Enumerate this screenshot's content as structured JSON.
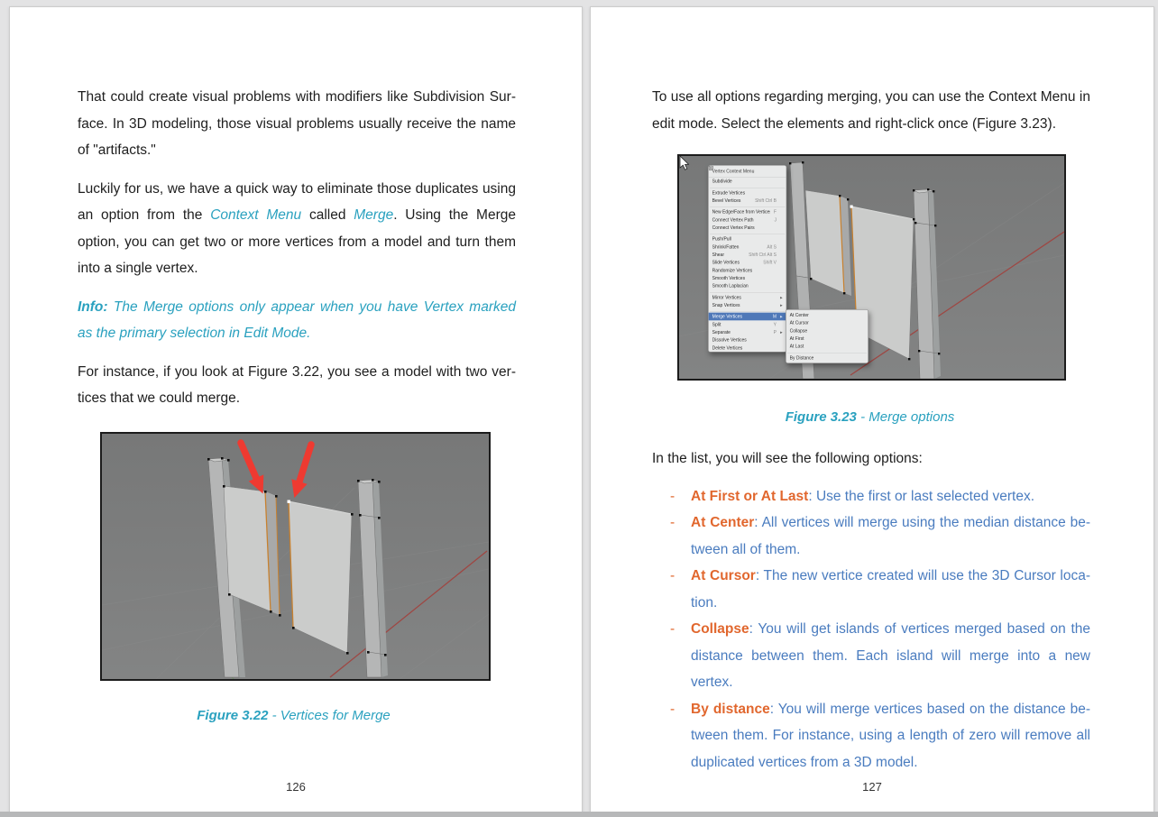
{
  "colors": {
    "accent_teal": "#2aa1bf",
    "accent_orange": "#e1672e",
    "accent_blue": "#4a7cbf",
    "menu_highlight": "#4f78b8",
    "viewport_gray": "#7d7e7e"
  },
  "left_page": {
    "para1": "That could create visual problems with modifiers like Subdivision Sur­face. In 3D modeling, those visual problems usually receive the name of \"artifacts.\"",
    "para2": {
      "p1": "Luckily for us, we have a quick way to eliminate those duplicates using an option from the ",
      "link1": "Context Menu",
      "p2": " called ",
      "link2": "Merge",
      "p3": ". Using the Merge option, you can get two or more vertices from a model and turn them into a sin­gle vertex."
    },
    "info": {
      "label": "Info:",
      "text": " The Merge options only appear when you have Vertex marked as the primary selection in Edit Mode."
    },
    "para3": "For instance, if you look at Figure 3.22, you see a model with two ver­tices that we could merge.",
    "figure": {
      "caption_label": "Figure 3.22",
      "caption_text": " - Vertices for Merge"
    },
    "page_number": "126"
  },
  "right_page": {
    "para1": "To use all options regarding merging, you can use the Context Menu in edit mode. Select the elements and right-click once (Figure 3.23).",
    "figure": {
      "caption_label": "Figure 3.23",
      "caption_text": " - Merge options"
    },
    "list_intro": "In the list, you will see the following options:",
    "bullet": "-",
    "options": [
      {
        "term": "At First or At Last",
        "desc": ": Use the first or last selected vertex."
      },
      {
        "term": "At Center",
        "desc": ": All vertices will merge using the median distance be­tween all of them."
      },
      {
        "term": "At Cursor",
        "desc": ": The new vertice created will use the 3D Cursor loca­tion."
      },
      {
        "term": "Collapse",
        "desc": ": You will get islands of vertices merged based on the distance between them. Each island will merge into a new vertex."
      },
      {
        "term": "By distance",
        "desc": ": You will merge vertices based on the distance be­tween them. For instance, using a length of zero will remove all duplicated vertices from a 3D model."
      }
    ],
    "page_number": "127"
  },
  "context_menu": {
    "title": "Vertex Context Menu",
    "items": [
      {
        "label": "Subdivide"
      },
      {
        "sep": true
      },
      {
        "label": "Extrude Vertices"
      },
      {
        "label": "Bevel Vertices",
        "shortcut": "Shift Ctrl B"
      },
      {
        "sep": true
      },
      {
        "label": "New Edge/Face from Vertices",
        "shortcut": "F"
      },
      {
        "label": "Connect Vertex Path",
        "shortcut": "J"
      },
      {
        "label": "Connect Vertex Pairs"
      },
      {
        "sep": true
      },
      {
        "label": "Push/Pull"
      },
      {
        "label": "Shrink/Fatten",
        "shortcut": "Alt S"
      },
      {
        "label": "Shear",
        "shortcut": "Shift Ctrl Alt S"
      },
      {
        "label": "Slide Vertices",
        "shortcut": "Shift V"
      },
      {
        "label": "Randomize Vertices"
      },
      {
        "label": "Smooth Vertices"
      },
      {
        "label": "Smooth Laplacian"
      },
      {
        "sep": true
      },
      {
        "label": "Mirror Vertices",
        "arrow": "▸"
      },
      {
        "label": "Snap Vertices",
        "arrow": "▸"
      },
      {
        "sep": true
      },
      {
        "label": "Merge Vertices",
        "shortcut": "M",
        "arrow": "▸",
        "highlighted": true
      },
      {
        "label": "Split",
        "shortcut": "Y"
      },
      {
        "label": "Separate",
        "shortcut": "P",
        "arrow": "▸"
      },
      {
        "label": "Dissolve Vertices"
      },
      {
        "label": "Delete Vertices"
      }
    ],
    "submenu": [
      {
        "label": "At Center"
      },
      {
        "label": "At Cursor"
      },
      {
        "label": "Collapse"
      },
      {
        "label": "At First"
      },
      {
        "label": "At Last"
      },
      {
        "sep": true
      },
      {
        "label": "By Distance"
      }
    ]
  }
}
